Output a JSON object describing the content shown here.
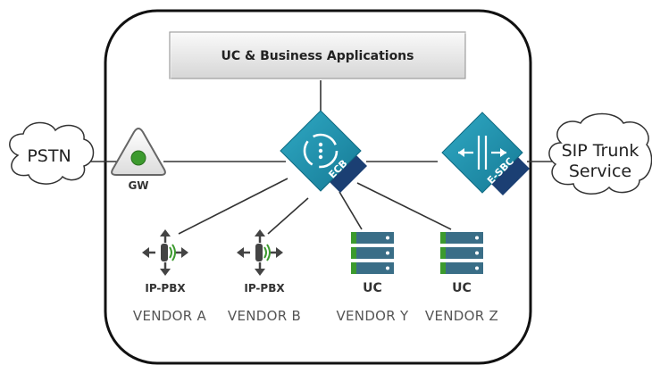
{
  "banner": {
    "label": "UC & Business Applications"
  },
  "clouds": {
    "left": "PSTN",
    "right_line1": "SIP Trunk",
    "right_line2": "Service"
  },
  "gateway": {
    "label": "GW"
  },
  "ecb": {
    "label": "ECB"
  },
  "esbc": {
    "label": "E-SBC"
  },
  "pbx": [
    {
      "label": "IP-PBX",
      "vendor": "VENDOR A"
    },
    {
      "label": "IP-PBX",
      "vendor": "VENDOR B"
    }
  ],
  "uc": [
    {
      "label": "UC",
      "vendor": "VENDOR Y"
    },
    {
      "label": "UC",
      "vendor": "VENDOR Z"
    }
  ],
  "colors": {
    "teal": "#1e8ea8",
    "dark_blue": "#1b3f73",
    "green": "#3c9a2e",
    "server": "#3a6e87",
    "line": "#333333"
  }
}
